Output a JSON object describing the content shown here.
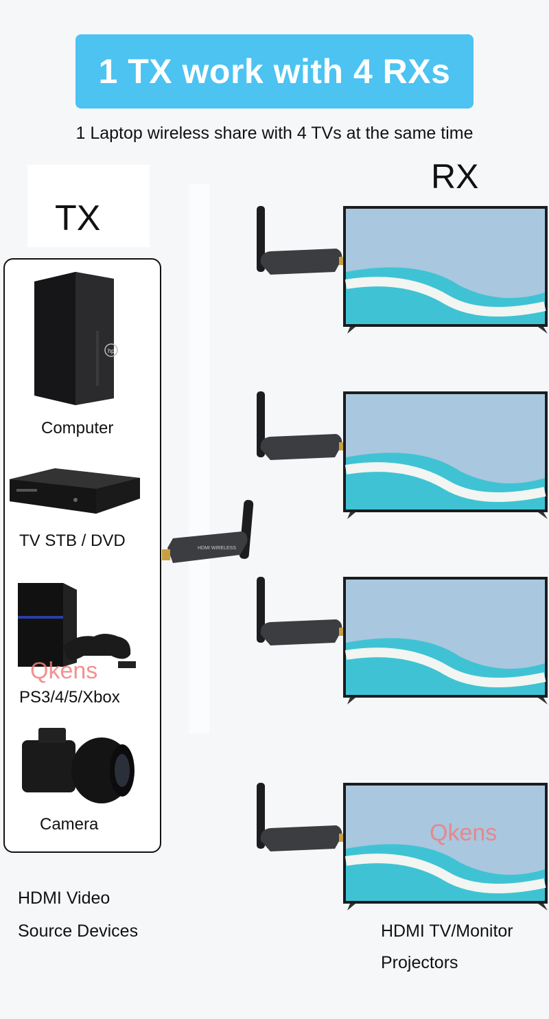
{
  "banner": {
    "title": "1 TX work with 4 RXs"
  },
  "subtitle": "1 Laptop wireless  share with 4 TVs at the same time",
  "labels": {
    "tx": "TX",
    "rx": "RX"
  },
  "devices": [
    {
      "caption": "Computer",
      "icon": "desktop-tower-icon"
    },
    {
      "caption": "TV STB / DVD",
      "icon": "set-top-box-icon"
    },
    {
      "caption": "PS3/4/5/Xbox",
      "icon": "game-console-icon"
    },
    {
      "caption": "Camera",
      "icon": "camera-icon"
    }
  ],
  "source_text": {
    "line1": "HDMI Video",
    "line2": "Source Devices"
  },
  "sink_text": {
    "line1": "HDMI TV/Monitor",
    "line2": "Projectors"
  },
  "watermarks": [
    "Qkens",
    "Qkens"
  ],
  "colors": {
    "banner": "#4cc3f1",
    "watermark": "#f27d7d",
    "dongle": "#3b3d40",
    "sea": "#3fc3d4"
  }
}
